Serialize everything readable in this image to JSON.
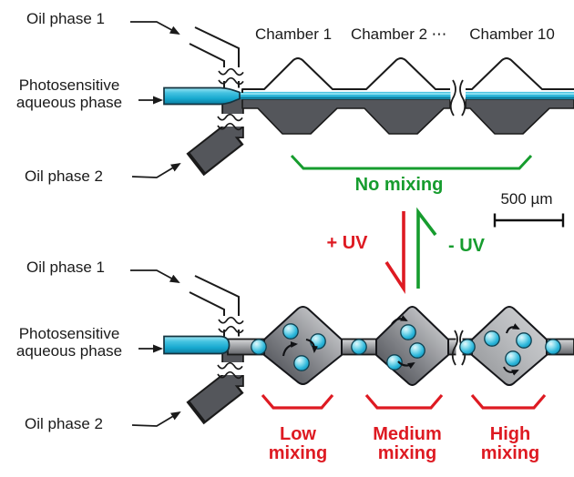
{
  "inlet_labels": {
    "oil1": "Oil phase 1",
    "aqueous_line1": "Photosensitive",
    "aqueous_line2": "aqueous phase",
    "oil2": "Oil phase 2"
  },
  "top_device": {
    "chamber_labels": [
      "Chamber 1",
      "Chamber 2",
      "⋯",
      "Chamber 10"
    ],
    "state_label": "No mixing"
  },
  "uv_switch": {
    "plus": "+ UV",
    "minus": "- UV"
  },
  "scale_bar": {
    "label": "500 µm"
  },
  "bottom_device": {
    "mixing_levels": [
      {
        "line1": "Low",
        "line2": "mixing"
      },
      {
        "line1": "Medium",
        "line2": "mixing"
      },
      {
        "line1": "High",
        "line2": "mixing"
      }
    ]
  },
  "colors": {
    "red": "#de1a22",
    "green": "#169c2e",
    "cyan": "#29b4d8",
    "dark_gray": "#54565b",
    "ink": "#1a1a1a"
  }
}
